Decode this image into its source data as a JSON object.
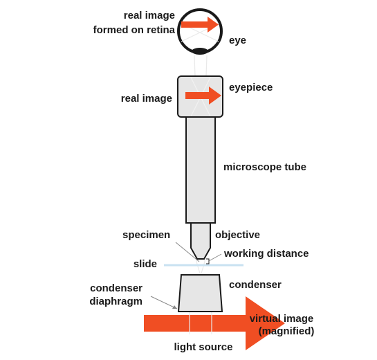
{
  "labels": {
    "retina_line1": "real image",
    "retina_line2": "formed on retina",
    "eye": "eye",
    "real_image": "real image",
    "eyepiece": "eyepiece",
    "microscope_tube": "microscope tube",
    "specimen": "specimen",
    "objective": "objective",
    "working_distance": "working distance",
    "slide": "slide",
    "condenser": "condenser",
    "condenser_diaphragm_line1": "condenser",
    "condenser_diaphragm_line2": "diaphragm",
    "virtual_image_line1": "virtual image",
    "virtual_image_line2": "(magnified)",
    "light_source": "light source"
  },
  "colors": {
    "arrow": "#f04e23",
    "tube_fill": "#e6e6e6",
    "outline": "#1a1a1a",
    "slide": "#c9e2f1",
    "ray": "#e9e9e9"
  }
}
